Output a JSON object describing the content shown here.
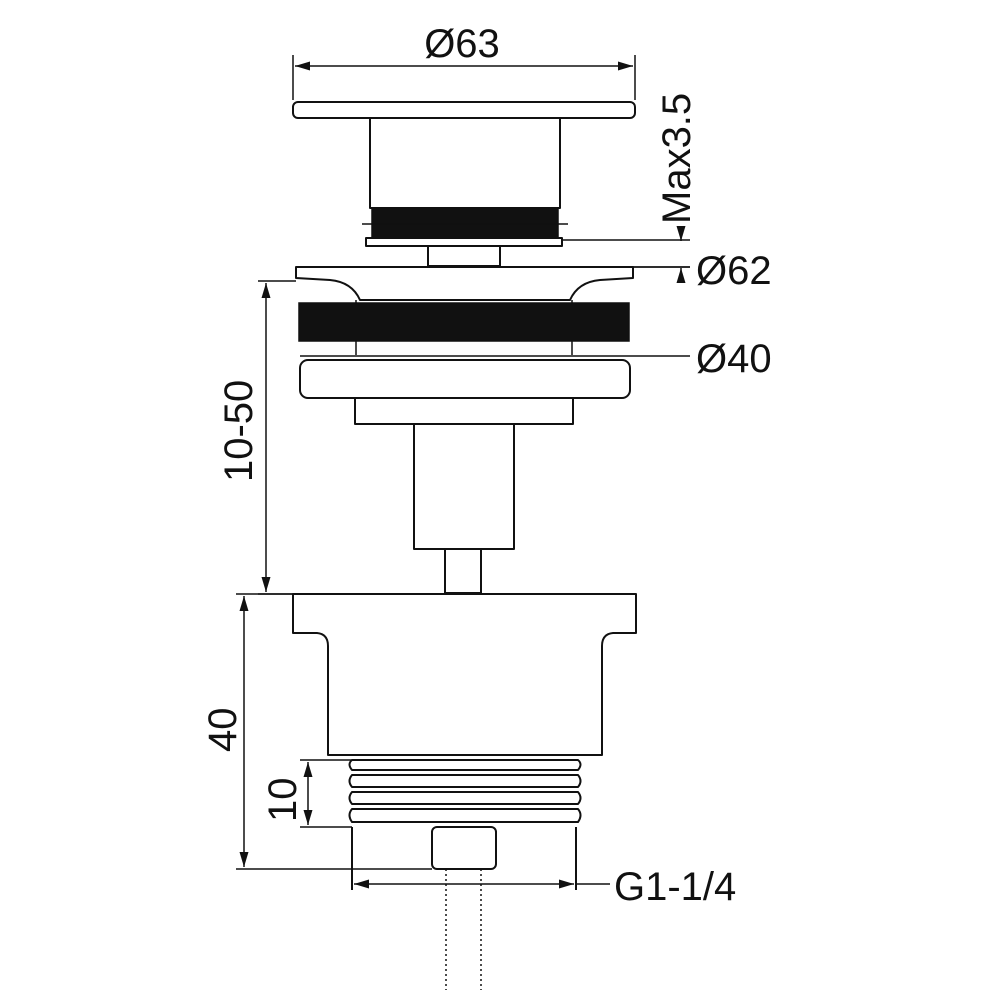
{
  "dimensions": {
    "top_diameter": "Ø63",
    "max_height": "Max3.5",
    "flange_diameter": "Ø62",
    "body_diameter": "Ø40",
    "adjust_range": "10-50",
    "body_height": "40",
    "thread_length": "10",
    "thread_size": "G1-1/4"
  }
}
